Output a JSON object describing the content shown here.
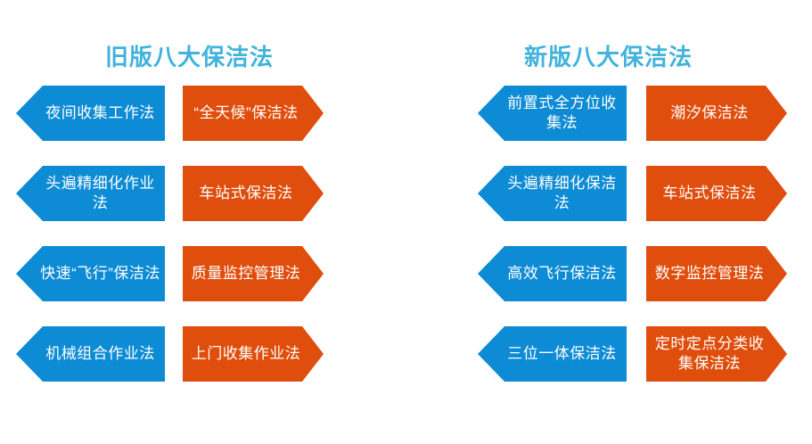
{
  "page": {
    "background_color": "#ffffff",
    "title_color": "#41b3dc",
    "blue_color": "#0d8bd4",
    "orange_color": "#e04e0d",
    "label_color": "#ffffff"
  },
  "columns": [
    {
      "id": "old",
      "title": "旧版八大保洁法",
      "rows": [
        {
          "blue": "夜间收集工作法",
          "orange": "“全天候”保洁法"
        },
        {
          "blue": "头遍精细化作业法",
          "orange": "车站式保洁法"
        },
        {
          "blue": "快速“飞行”保洁法",
          "orange": "质量监控管理法"
        },
        {
          "blue": "机械组合作业法",
          "orange": "上门收集作业法"
        }
      ]
    },
    {
      "id": "new",
      "title": "新版八大保洁法",
      "rows": [
        {
          "blue": "前置式全方位收集法",
          "orange": "潮汐保洁法"
        },
        {
          "blue": "头遍精细化保洁法",
          "orange": "车站式保洁法"
        },
        {
          "blue": "高效飞行保洁法",
          "orange": "数字监控管理法"
        },
        {
          "blue": "三位一体保洁法",
          "orange": "定时定点分类收集保洁法"
        }
      ]
    }
  ]
}
